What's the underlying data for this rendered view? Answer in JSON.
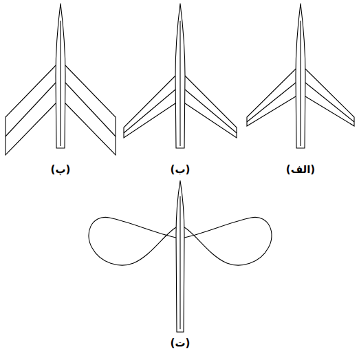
{
  "diagram": {
    "labels": [
      "(الف)",
      "(ب)",
      "(پ)",
      "(ت)"
    ]
  }
}
